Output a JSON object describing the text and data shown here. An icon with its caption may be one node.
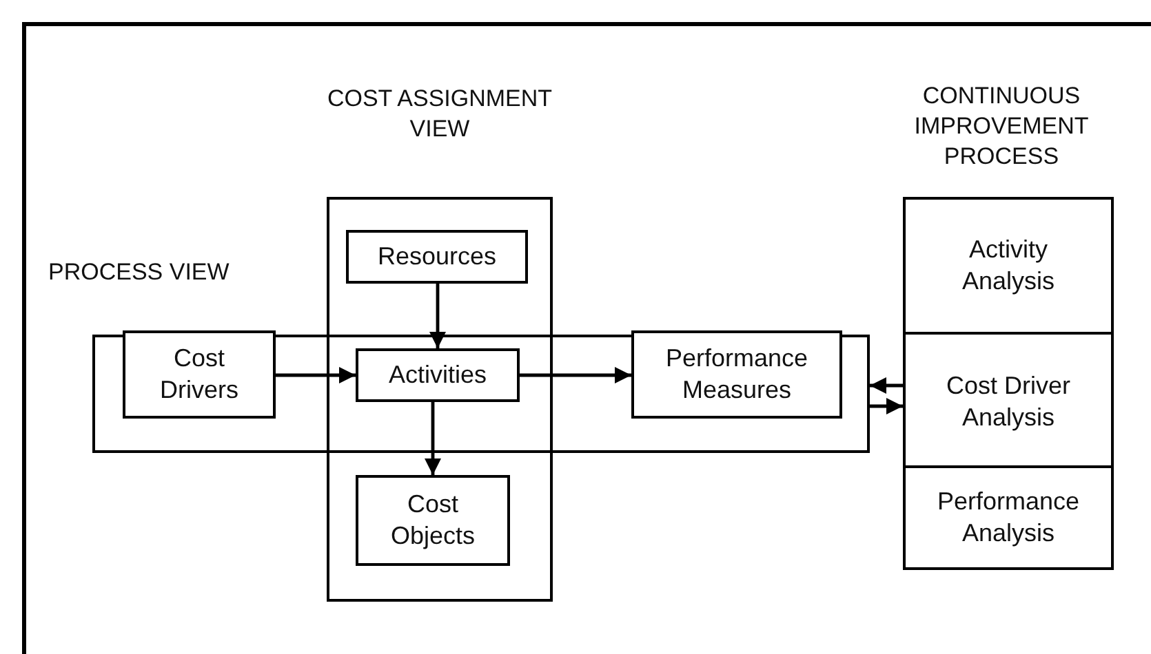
{
  "diagram": {
    "nodes": [
      {
        "text": [
          "COST ASSIGNMENT VIEW"
        ]
      },
      {
        "text": [
          "PROCESS VIEW"
        ]
      },
      {
        "text": [
          "Resources"
        ],
        "in": 0
      },
      {
        "text": [
          "Cost Drivers"
        ],
        "in": 1
      },
      {
        "text": [
          "Activities"
        ]
      },
      {
        "text": [
          "Performance Measures"
        ],
        "in": 1
      },
      {
        "text": [
          "Cost Objects"
        ],
        "in": 0
      },
      {
        "text": [
          "CONTINUOUS IMPROVEMENT PROCESS"
        ]
      },
      {
        "text": [
          "Activity Analysis"
        ],
        "in": 7
      },
      {
        "text": [
          "Cost Driver Analysis"
        ],
        "in": 7
      },
      {
        "text": [
          "Performance Analysis"
        ],
        "in": 7
      }
    ],
    "edges": [
      {
        "from": 2,
        "to": 4,
        "arrow": "to"
      },
      {
        "from": 3,
        "to": 4,
        "arrow": "to"
      },
      {
        "from": 4,
        "to": 5,
        "arrow": "to"
      },
      {
        "from": 4,
        "to": 6,
        "arrow": "to"
      },
      {
        "from": 9,
        "to": 1,
        "arrow": "to"
      },
      {
        "from": 1,
        "to": 9,
        "arrow": "to"
      }
    ]
  }
}
